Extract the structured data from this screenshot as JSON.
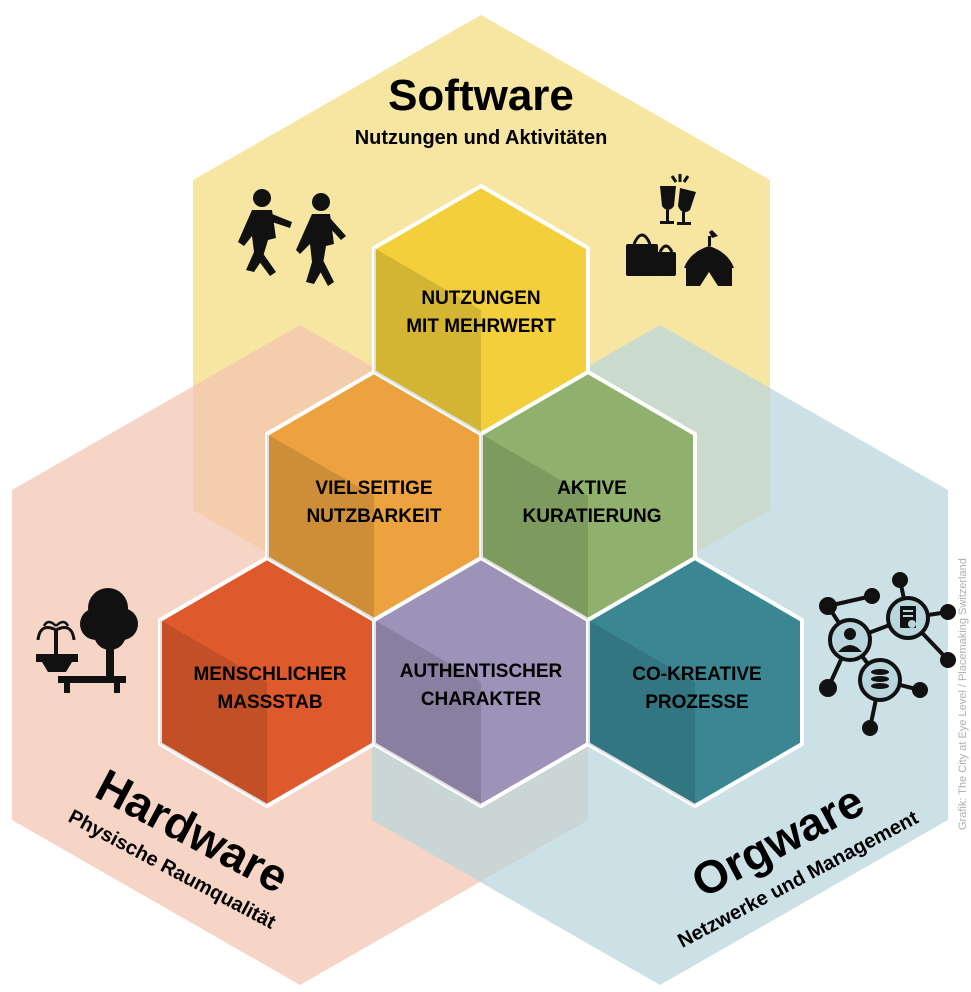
{
  "software": {
    "title": "Software",
    "subtitle": "Nutzungen und Aktivitäten",
    "color": "#f7e6a2"
  },
  "hardware": {
    "title": "Hardware",
    "subtitle": "Physische Raumqualität",
    "color": "#f2c3b0"
  },
  "orgware": {
    "title": "Orgware",
    "subtitle": "Netzwerke und Management",
    "color": "#b9d6dc"
  },
  "hexes": {
    "nutzungen": {
      "line1": "NUTZUNGEN",
      "line2": "MIT MEHRWERT",
      "color": "#f2cf3b"
    },
    "vielseitige": {
      "line1": "VIELSEITIGE",
      "line2": "NUTZBARKEIT",
      "color": "#eba23f"
    },
    "aktive": {
      "line1": "AKTIVE",
      "line2": "KURATIERUNG",
      "color": "#8fb16d"
    },
    "menschlicher": {
      "line1": "MENSCHLICHER",
      "line2": "MASSSTAB",
      "color": "#de5a2d"
    },
    "authentischer": {
      "line1": "AUTHENTISCHER",
      "line2": "CHARAKTER",
      "color": "#9d92b8"
    },
    "cokreative": {
      "line1": "CO-KREATIVE",
      "line2": "PROZESSE",
      "color": "#3a8793"
    }
  },
  "credit": "Grafik: The City at Eye Level / Placemaking Switzerland",
  "icons": [
    "people-walking-icon",
    "drinks-toast-icon",
    "shopping-bags-icon",
    "circus-tent-icon",
    "fountain-icon",
    "tree-icon",
    "bench-icon",
    "network-icon"
  ]
}
